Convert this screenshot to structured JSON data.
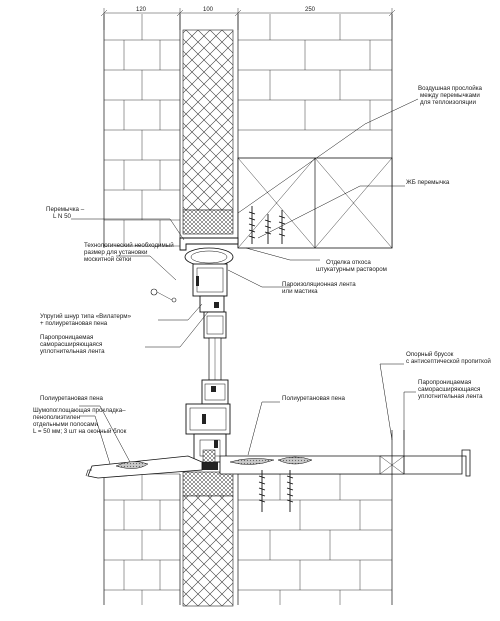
{
  "dimensions": {
    "outer_leaf": "120",
    "insulation": "100",
    "inner_leaf": "250"
  },
  "labels": {
    "air_gap": [
      "Воздушная прослойка",
      "между перемычками",
      "для теплоизоляции"
    ],
    "rc_lintel": [
      "ЖБ перемычка"
    ],
    "steel_lintel": [
      "Перемычка –",
      "L N 50"
    ],
    "tech_gap": [
      "Технологический необходимый",
      "размер для установки",
      "москитной сетки"
    ],
    "reveal_finish": [
      "Отделка откоса",
      "штукатурным раствором"
    ],
    "vapor_tape": [
      "Пароизоляционная лента",
      "или мастика"
    ],
    "elastic_cord": [
      "Упругий шнур типа «Вилатерм»",
      "+ полиуретановая пена"
    ],
    "vapor_perm_tape_left": [
      "Паропроницаемая",
      "саморасширяющаяся",
      "уплотнительная лента"
    ],
    "support_block": [
      "Опорный брусок",
      "с антисептической пропиткой"
    ],
    "vapor_perm_tape_right": [
      "Паропроницаемая",
      "саморасширяющаяся",
      "уплотнительная лента"
    ],
    "pu_foam_right": [
      "Полиуретановая пена"
    ],
    "pu_foam_left": [
      "Полиуретановая пена"
    ],
    "sound_gasket": [
      "Шумопоглощающая прокладка–",
      "пенополиэтилен",
      "отдельными полосами",
      "L = 50 мм; 3 шт на оконный блок"
    ]
  },
  "colors": {
    "line": "#111111",
    "foam": "#bdbdbd",
    "background": "#ffffff"
  }
}
